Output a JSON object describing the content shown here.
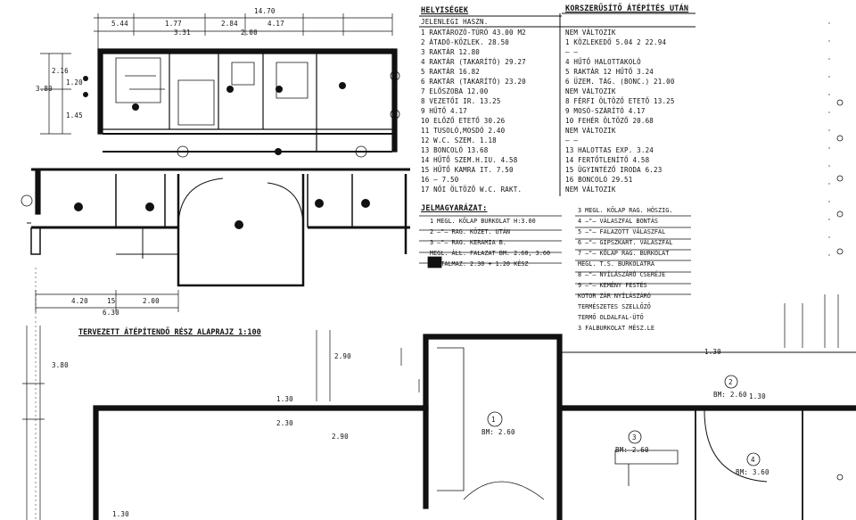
{
  "header": {
    "legend_title": "HELYISÉGEK",
    "sub_left": "JELENLEGI HASZN.",
    "sub_right": "KORSZERŰSÍTŐ ÁTÉPÍTÉS UTÁN"
  },
  "rooms_left": [
    "1 RAKTÁROZÓ-TÚRÓ 43.00 M2",
    "2 ÁTADÓ-KÖZLEK. 28.50",
    "3 RAKTÁR 12.80",
    "4 RAKTÁR (TAKARÍTÓ) 29.27",
    "5 RAKTÁR 16.82",
    "6 RAKTÁR (TAKARÍTÓ) 23.20",
    "7 ELŐSZOBA 12.00",
    "8 VEZETŐI IR. 13.25",
    "9 HŰTŐ 4.17",
    "10 ELŐZŐ ETETŐ 30.26",
    "11 TUSOLÓ,MOSDÓ 2.40",
    "12 W.C. SZEM. 1.18",
    "13 BONCOLÓ 13.68",
    "14 HŰTŐ SZEM.H.IU. 4.58",
    "15 HŰTŐ KAMRA IT. 7.50",
    "16 – 7.50",
    "17 NŐI ÖLTÖZŐ W.C. RAKT."
  ],
  "rooms_right": [
    "NEM VÁLTOZIK",
    "1 KÖZLEKEDŐ 5.04  2 22.94",
    "– –",
    "4 HŰTŐ HALOTTAKOLÓ",
    "5 RAKTÁR  12 HŰTŐ 3.24",
    "6 ÜZEM. TÁG. (BONC.) 21.00",
    "NEM VÁLTOZIK",
    "8 FÉRFI ÖLTÖZŐ ETETŐ 13.25",
    "9 MOSÓ-SZÁRÍTÓ 4.17",
    "10 FEHÉR ÖLTÖZŐ 20.68",
    "NEM VÁLTOZIK",
    "– –",
    "13 HALOTTAS EXP. 3.24",
    "14 FERTŐTLENÍTŐ 4.58",
    "15 ÜGYINTÉZŐ IRODA 6.23",
    "16 BONCOLÓ 29.51",
    "NEM VÁLTOZIK"
  ],
  "materials_title": "JELMAGYARÁZAT:",
  "materials_left": [
    "1 MEGL. KŐLAP BURKOLAT H:3.00",
    "2 –\"– RAG. KŐZET. UTÁN",
    "3 –\"– RAG. KERAMIA B.",
    "MEGL. ÁLL. FALAZAT BM: 2.60, 3.60",
    "TARTALMAZ: 2.30 + 1.20 KÉSZ"
  ],
  "materials_right": [
    "3 MEGL. KŐLAP RAG. HÖSZIG.",
    "4 –\"– VÁLASZFAL BONTÁS",
    "5 –\"– FALAZOTT VÁLASZFAL",
    "6 –\"– GIPSZKART. VÁLASZFAL",
    "7 –\"– KŐLAP RAG. BURKOLAT",
    "MEGL. T.S. BURKOLATRA",
    "8 –\"– NYÍLÁSZÁRÓ CSERÉJE",
    "9 –\"– KEMÉNY FESTÉS",
    "KOTOR ZÁR NYÍLÁSZÁRÓ",
    "TERMÉSZETES SZELLŐZŐ",
    "TERMŐ OLDALFAL-ÜTŐ",
    "3 FALBURKOLAT MÉSZ.LE"
  ],
  "plan_title_bottom": "TERVEZETT ÁTÉPÍTENDŐ RÉSZ ALAPRAJZ 1:100",
  "dims_top": [
    "5.44",
    "1.77",
    "2.84",
    "4.17",
    "3.31",
    "2.00",
    "14.70"
  ],
  "dims_left": [
    "3.80",
    "2.16",
    "1.20",
    "1.45"
  ],
  "dims_bottom": [
    "4.20",
    "15",
    "2.00",
    "6.30"
  ],
  "room_labels_bottom": [
    {
      "num": "1",
      "text": "BM: 2.60"
    },
    {
      "num": "2",
      "text": "BM: 2.60"
    },
    {
      "num": "3",
      "text": "BM: 2.60"
    },
    {
      "num": "4",
      "text": "BM: 3.60"
    }
  ],
  "misc_labels": [
    "1.30",
    "2.30",
    "1.30",
    "1.30",
    "2.90",
    "3.80",
    "2.90",
    "1.30"
  ]
}
